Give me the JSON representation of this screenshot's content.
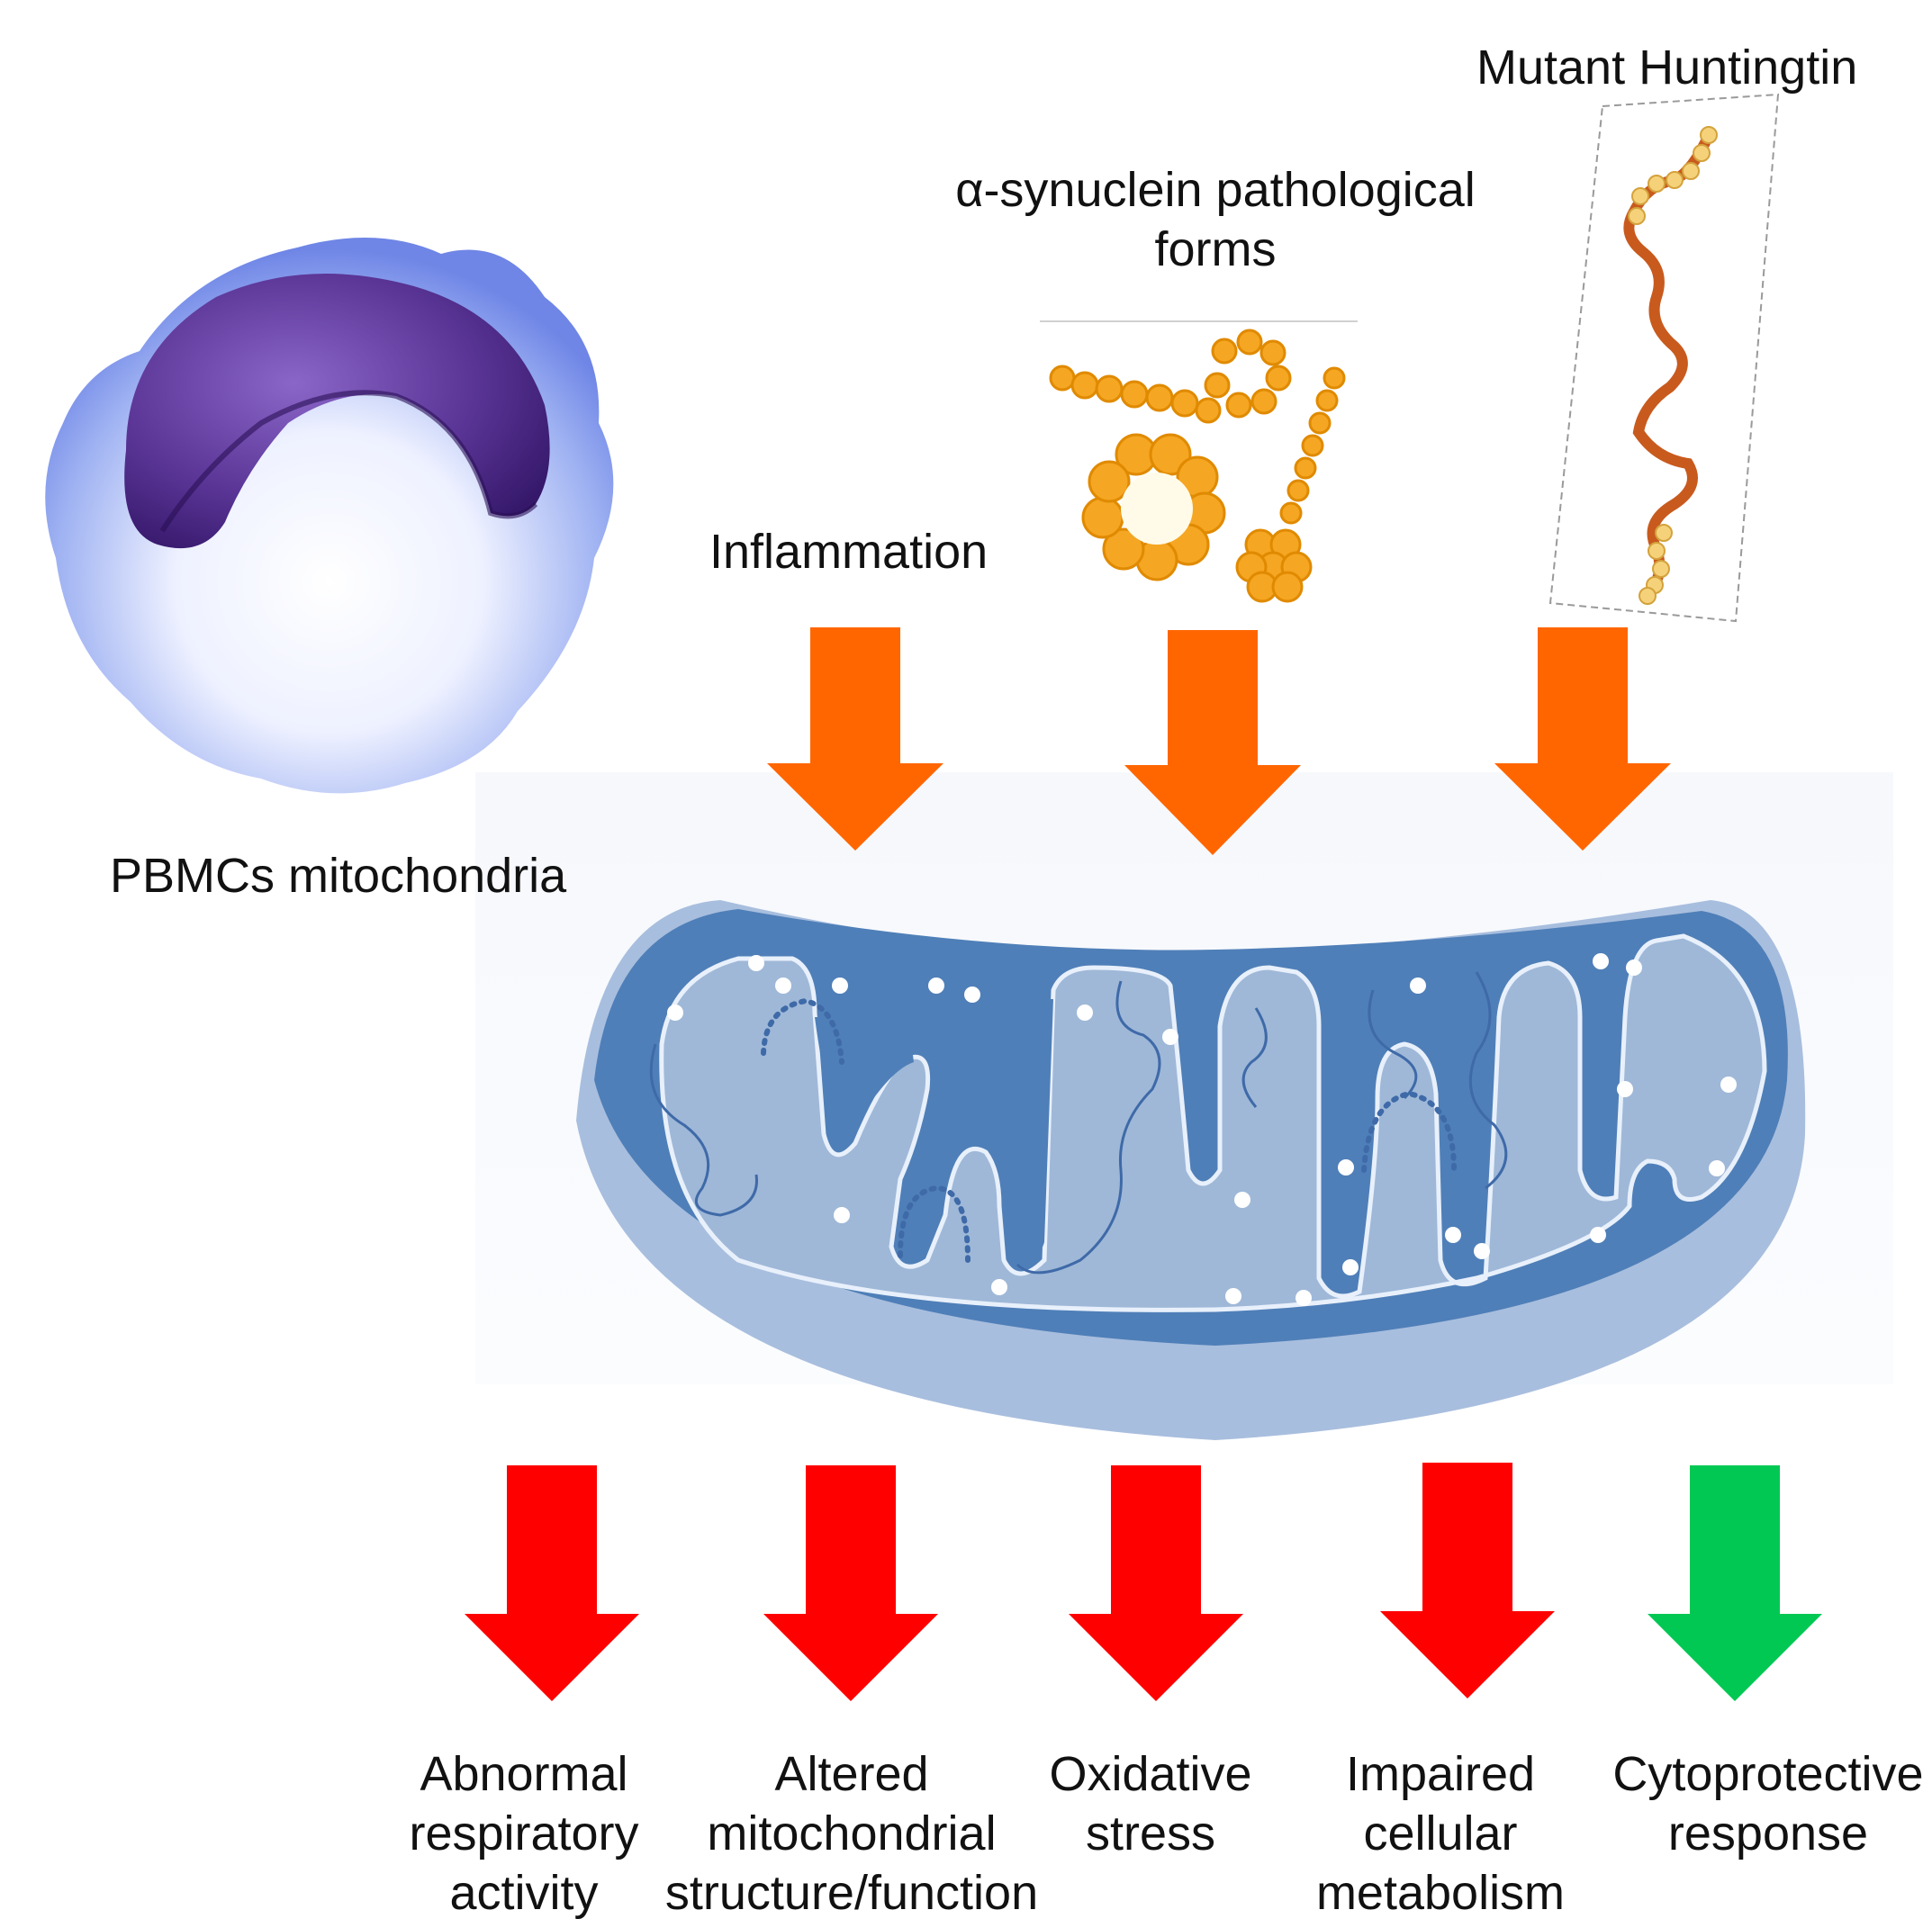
{
  "labels": {
    "pbmc": "PBMCs mitochondria",
    "inflammation": "Inflammation",
    "synuclein": [
      "α-synuclein pathological",
      "forms"
    ],
    "huntingtin": "Mutant Huntingtin"
  },
  "outcomes": [
    {
      "lines": [
        "Abnormal",
        "respiratory",
        "activity"
      ],
      "direction": "down",
      "color": "#ff0000"
    },
    {
      "lines": [
        "Altered",
        "mitochondrial",
        "structure/function"
      ],
      "direction": "down",
      "color": "#ff0000"
    },
    {
      "lines": [
        "Oxidative",
        "stress"
      ],
      "direction": "down",
      "color": "#ff0000"
    },
    {
      "lines": [
        "Impaired",
        "cellular",
        "metabolism"
      ],
      "direction": "down",
      "color": "#ff0000"
    },
    {
      "lines": [
        "Cytoprotective",
        "response"
      ],
      "direction": "down",
      "color": "#00c853"
    }
  ],
  "colors": {
    "input_arrow": "#ff6600",
    "mito_outer": "#a8bede",
    "mito_matrix": "#4f7fb8",
    "mito_crista": "#9fb8d8",
    "cell_membrane": "#6f8fe0",
    "nucleus": "#4a2a86",
    "synuclein": "#f5a623",
    "huntingtin_mid": "#c85a1e",
    "huntingtin_end": "#f5d27a"
  }
}
